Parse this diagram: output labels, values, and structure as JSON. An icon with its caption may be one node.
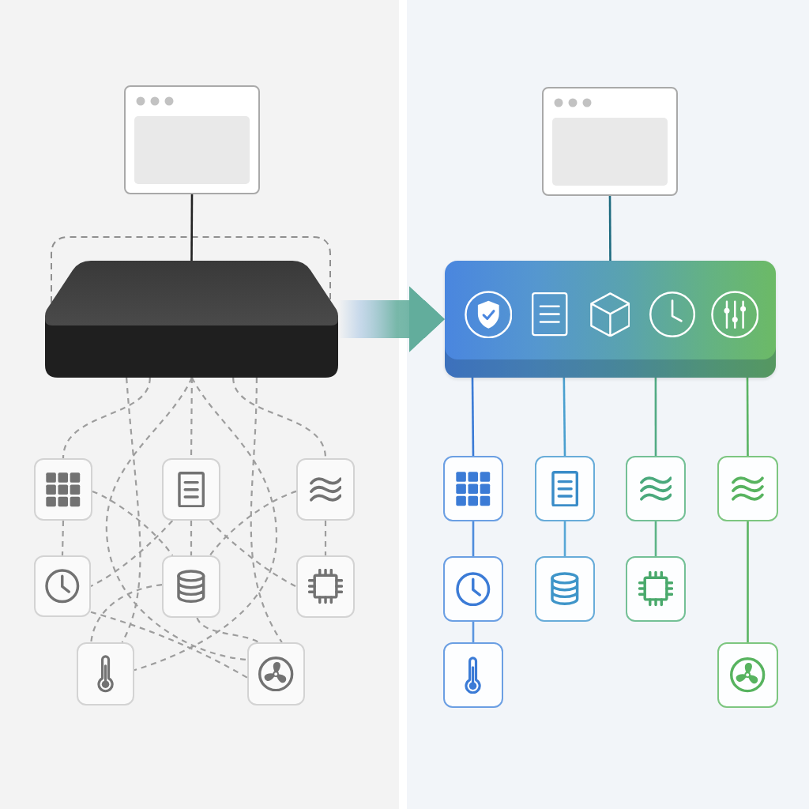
{
  "diagram": {
    "nodes": [
      {
        "text": [],
        "shape": "picture"
      },
      {
        "text": [],
        "shape": "picture"
      },
      {
        "text": [],
        "shape": "picture"
      },
      {
        "text": [],
        "shape": "picture"
      },
      {
        "text": [],
        "shape": "picture"
      },
      {
        "text": [],
        "shape": "picture"
      },
      {
        "text": [],
        "shape": "picture"
      },
      {
        "text": [],
        "shape": "picture"
      },
      {
        "text": [],
        "shape": "picture"
      },
      {
        "text": [],
        "shape": "picture"
      },
      {
        "text": [],
        "shape": "picture"
      },
      {
        "text": [],
        "shape": "box"
      },
      {
        "text": [],
        "shape": "picture"
      },
      {
        "text": [],
        "shape": "picture"
      },
      {
        "text": [],
        "shape": "picture"
      },
      {
        "text": [],
        "shape": "picture"
      },
      {
        "text": [],
        "shape": "picture"
      },
      {
        "text": [],
        "shape": "picture"
      },
      {
        "text": [],
        "shape": "picture"
      },
      {
        "text": [],
        "shape": "picture"
      },
      {
        "text": [],
        "shape": "picture"
      }
    ],
    "edges": [
      {
        "from": 0,
        "to": 1,
        "arrow": "none",
        "color": "#222222"
      },
      {
        "from": 1,
        "to": 2,
        "arrow": "none",
        "style": "dashed"
      },
      {
        "from": 1,
        "to": 3,
        "arrow": "none",
        "style": "dashed"
      },
      {
        "from": 1,
        "to": 4,
        "arrow": "none",
        "style": "dashed"
      },
      {
        "from": 1,
        "to": 8,
        "arrow": "none",
        "style": "dashed"
      },
      {
        "from": 1,
        "to": 9,
        "arrow": "none",
        "style": "dashed"
      },
      {
        "from": 1,
        "to": 9,
        "arrow": "none",
        "style": "dashed"
      },
      {
        "from": 1,
        "to": 8,
        "arrow": "none",
        "style": "dashed"
      },
      {
        "from": 2,
        "to": 5,
        "arrow": "none",
        "style": "dashed"
      },
      {
        "from": 2,
        "to": 6,
        "arrow": "none",
        "style": "dashed"
      },
      {
        "from": 3,
        "to": 5,
        "arrow": "none",
        "style": "dashed"
      },
      {
        "from": 3,
        "to": 6,
        "arrow": "none",
        "style": "dashed"
      },
      {
        "from": 3,
        "to": 7,
        "arrow": "none",
        "style": "dashed"
      },
      {
        "from": 4,
        "to": 6,
        "arrow": "none",
        "style": "dashed"
      },
      {
        "from": 4,
        "to": 7,
        "arrow": "none",
        "style": "dashed"
      },
      {
        "from": 5,
        "to": 9,
        "arrow": "none",
        "style": "dashed"
      },
      {
        "from": 6,
        "to": 8,
        "arrow": "none",
        "style": "dashed"
      },
      {
        "from": 6,
        "to": 9,
        "arrow": "none",
        "style": "dashed"
      },
      {
        "from": 1,
        "to": 11,
        "arrow": "to",
        "style": "thick",
        "color": "#62ad9c"
      },
      {
        "from": 10,
        "to": 11,
        "arrow": "none",
        "color": "#1e6b80"
      },
      {
        "from": 11,
        "to": 12,
        "arrow": "none",
        "color": "#3b7bd6"
      },
      {
        "from": 11,
        "to": 13,
        "arrow": "none",
        "color": "#4a9fcf"
      },
      {
        "from": 11,
        "to": 14,
        "arrow": "none",
        "color": "#52ab84"
      },
      {
        "from": 11,
        "to": 15,
        "arrow": "none",
        "color": "#5ab463"
      },
      {
        "from": 12,
        "to": 16,
        "arrow": "none",
        "color": "#4f8ddc"
      },
      {
        "from": 13,
        "to": 17,
        "arrow": "none",
        "color": "#58a7d6"
      },
      {
        "from": 14,
        "to": 18,
        "arrow": "none",
        "color": "#5db487"
      },
      {
        "from": 15,
        "to": 20,
        "arrow": "none",
        "color": "#5ab463"
      },
      {
        "from": 16,
        "to": 19,
        "arrow": "none",
        "color": "#5b96df"
      }
    ]
  }
}
